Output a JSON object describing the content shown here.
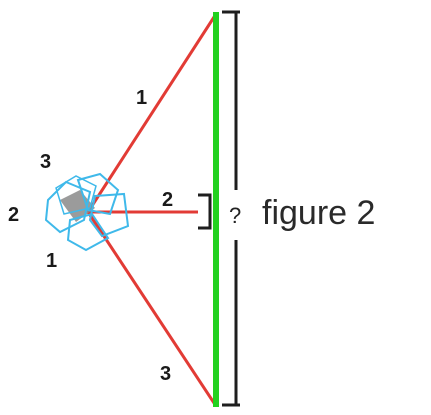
{
  "colors": {
    "ray": "#e23b35",
    "object": "#22d11f",
    "bracket": "#1e1e1e",
    "eye_outline": "#3fb9ea",
    "eye_core": "#8a8a8a"
  },
  "icons": {
    "eye": "eye-cluster-icon"
  },
  "ray_labels": {
    "top": "1",
    "middle": "2",
    "bottom": "3"
  },
  "eye_labels": {
    "top": "3",
    "left": "2",
    "bottom": "1"
  },
  "size_marker": "?",
  "caption": "figure 2"
}
